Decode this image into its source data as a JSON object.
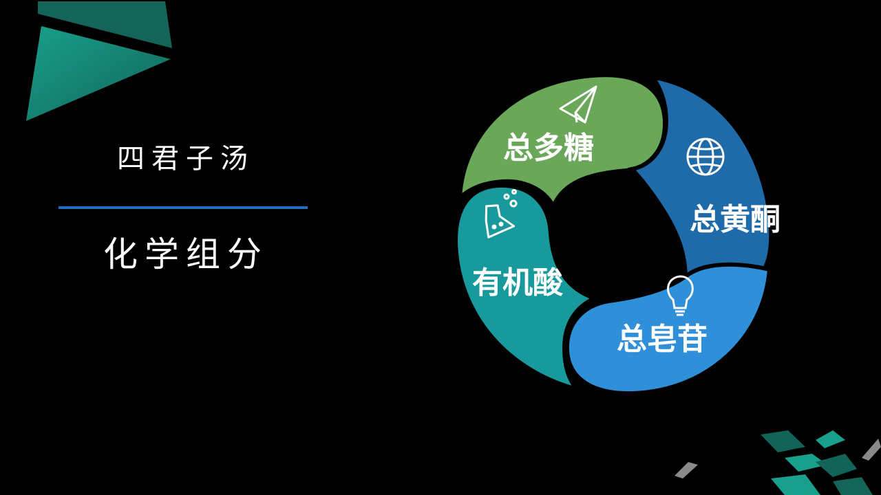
{
  "slide": {
    "title": "四君子汤",
    "subtitle": "化学组分"
  },
  "cycle": {
    "segments": [
      {
        "label": "总多糖",
        "icon": "paper-plane-icon",
        "color": "#6aa759"
      },
      {
        "label": "总黄酮",
        "icon": "globe-icon",
        "color": "#1f6aa8"
      },
      {
        "label": "总皂苷",
        "icon": "lightbulb-icon",
        "color": "#2f8fd8"
      },
      {
        "label": "有机酸",
        "icon": "flask-icon",
        "color": "#18999c"
      }
    ]
  },
  "colors": {
    "background": "#000000",
    "accent_line": "#1f6fc0",
    "teal_dark": "#15645a",
    "teal_light": "#18a08c",
    "grey_accent": "#8a8a8a"
  }
}
